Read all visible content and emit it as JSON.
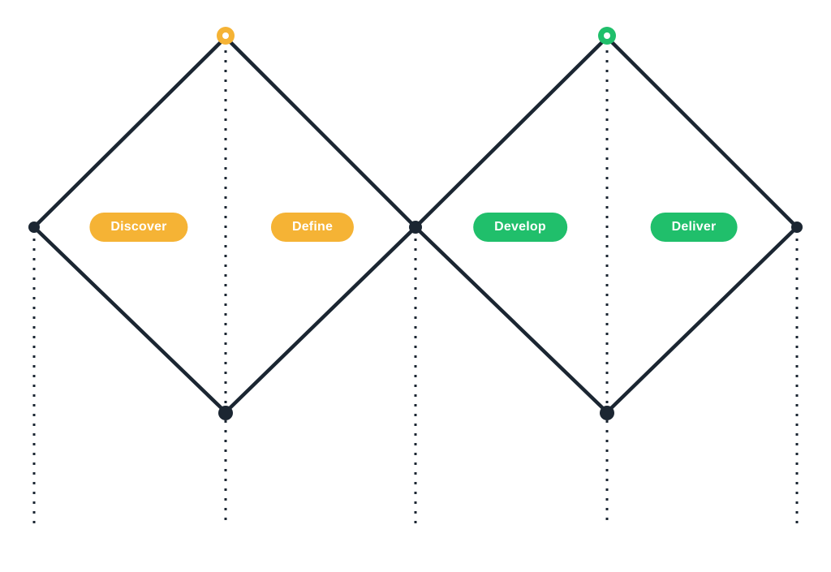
{
  "diagram": {
    "name": "double-diamond-design-process",
    "background": "#FFFFFF",
    "line_color": "#1B2632",
    "phases": [
      {
        "label": "Discover",
        "color": "#F5B335",
        "diamond": "left"
      },
      {
        "label": "Define",
        "color": "#F5B335",
        "diamond": "left"
      },
      {
        "label": "Develop",
        "color": "#20BF6B",
        "diamond": "right"
      },
      {
        "label": "Deliver",
        "color": "#20BF6B",
        "diamond": "right"
      }
    ],
    "start_markers": [
      {
        "name": "left-diamond-start-marker",
        "color": "#F5B335"
      },
      {
        "name": "right-diamond-start-marker",
        "color": "#20BF6B"
      }
    ]
  }
}
